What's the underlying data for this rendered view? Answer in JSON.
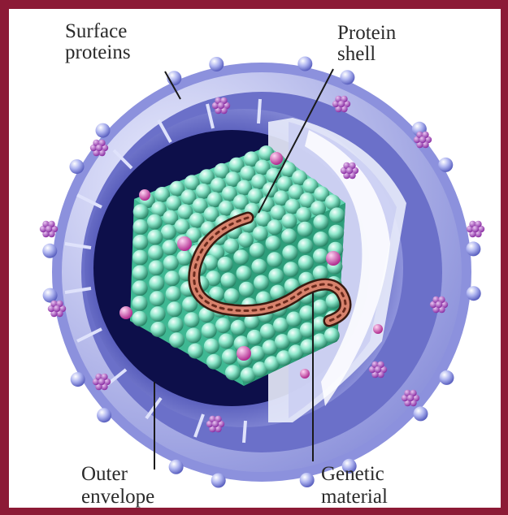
{
  "labels": {
    "surface_proteins": [
      "Surface",
      "proteins"
    ],
    "protein_shell": [
      "Protein",
      "shell"
    ],
    "outer_envelope": [
      "Outer",
      "envelope"
    ],
    "genetic_material": [
      "Genetic",
      "material"
    ]
  },
  "colors": {
    "frame": "#8c1a36",
    "envelope": "#6f74c9",
    "surface_protein": "#a9b0ee",
    "spike_cluster": "#a64bb8",
    "capsid": "#6fe0bf",
    "capsid_dark": "#1f7d60",
    "genetic_strand": "#b5523e",
    "text": "#2a2a2a"
  }
}
